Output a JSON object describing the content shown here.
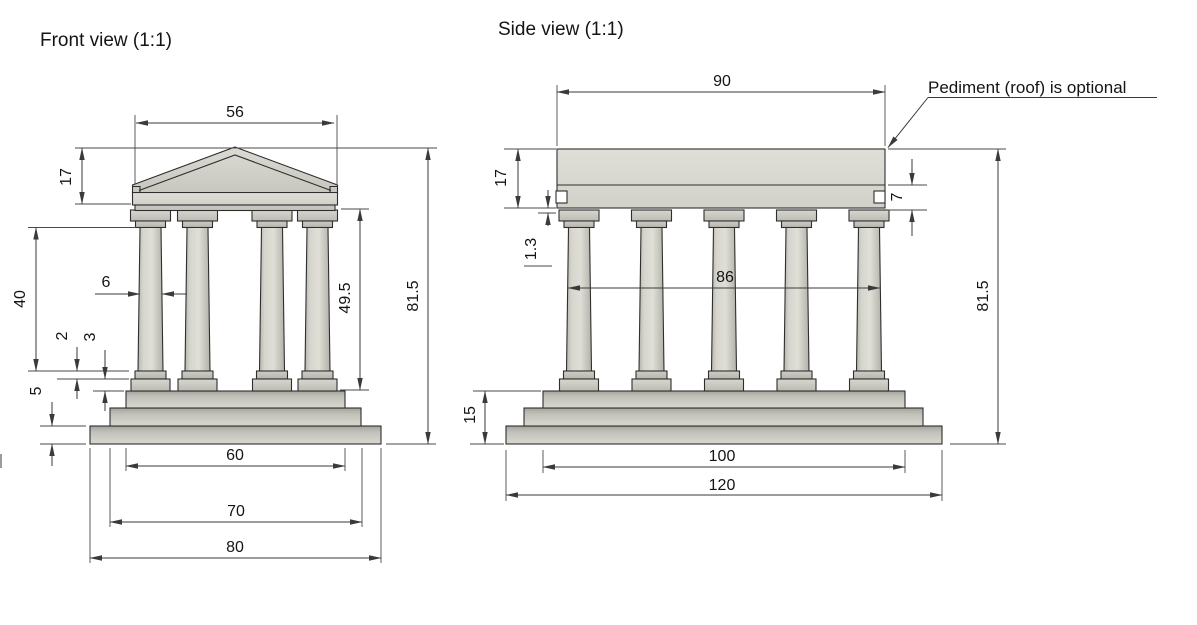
{
  "front_view": {
    "title": "Front view (1:1)",
    "dims": {
      "pediment_width": "56",
      "pediment_height": "17",
      "shaft_height": "40",
      "column_width": "6",
      "column_height": "49.5",
      "total_height": "81.5",
      "torus_height": "2",
      "plinth_height": "3",
      "step_height": "5",
      "top_step_width": "60",
      "middle_step_width": "70",
      "bottom_step_width": "80"
    }
  },
  "side_view": {
    "title": "Side view (1:1)",
    "note": "Pediment (roof) is optional",
    "dims": {
      "entablature_length": "90",
      "entablature_height": "17",
      "frieze_height": "7",
      "taenia_height": "1.3",
      "colonnade_span": "86",
      "total_height": "81.5",
      "base_height": "15",
      "top_step_length": "100",
      "bottom_step_length": "120"
    }
  },
  "colors": {
    "background": "#ffffff",
    "outline": "#2e2e2e",
    "dimension_line": "#3a3a3a",
    "stone_light": "#dcdbd3",
    "stone_mid": "#cfcec6",
    "stone_dark": "#a5a49c"
  }
}
